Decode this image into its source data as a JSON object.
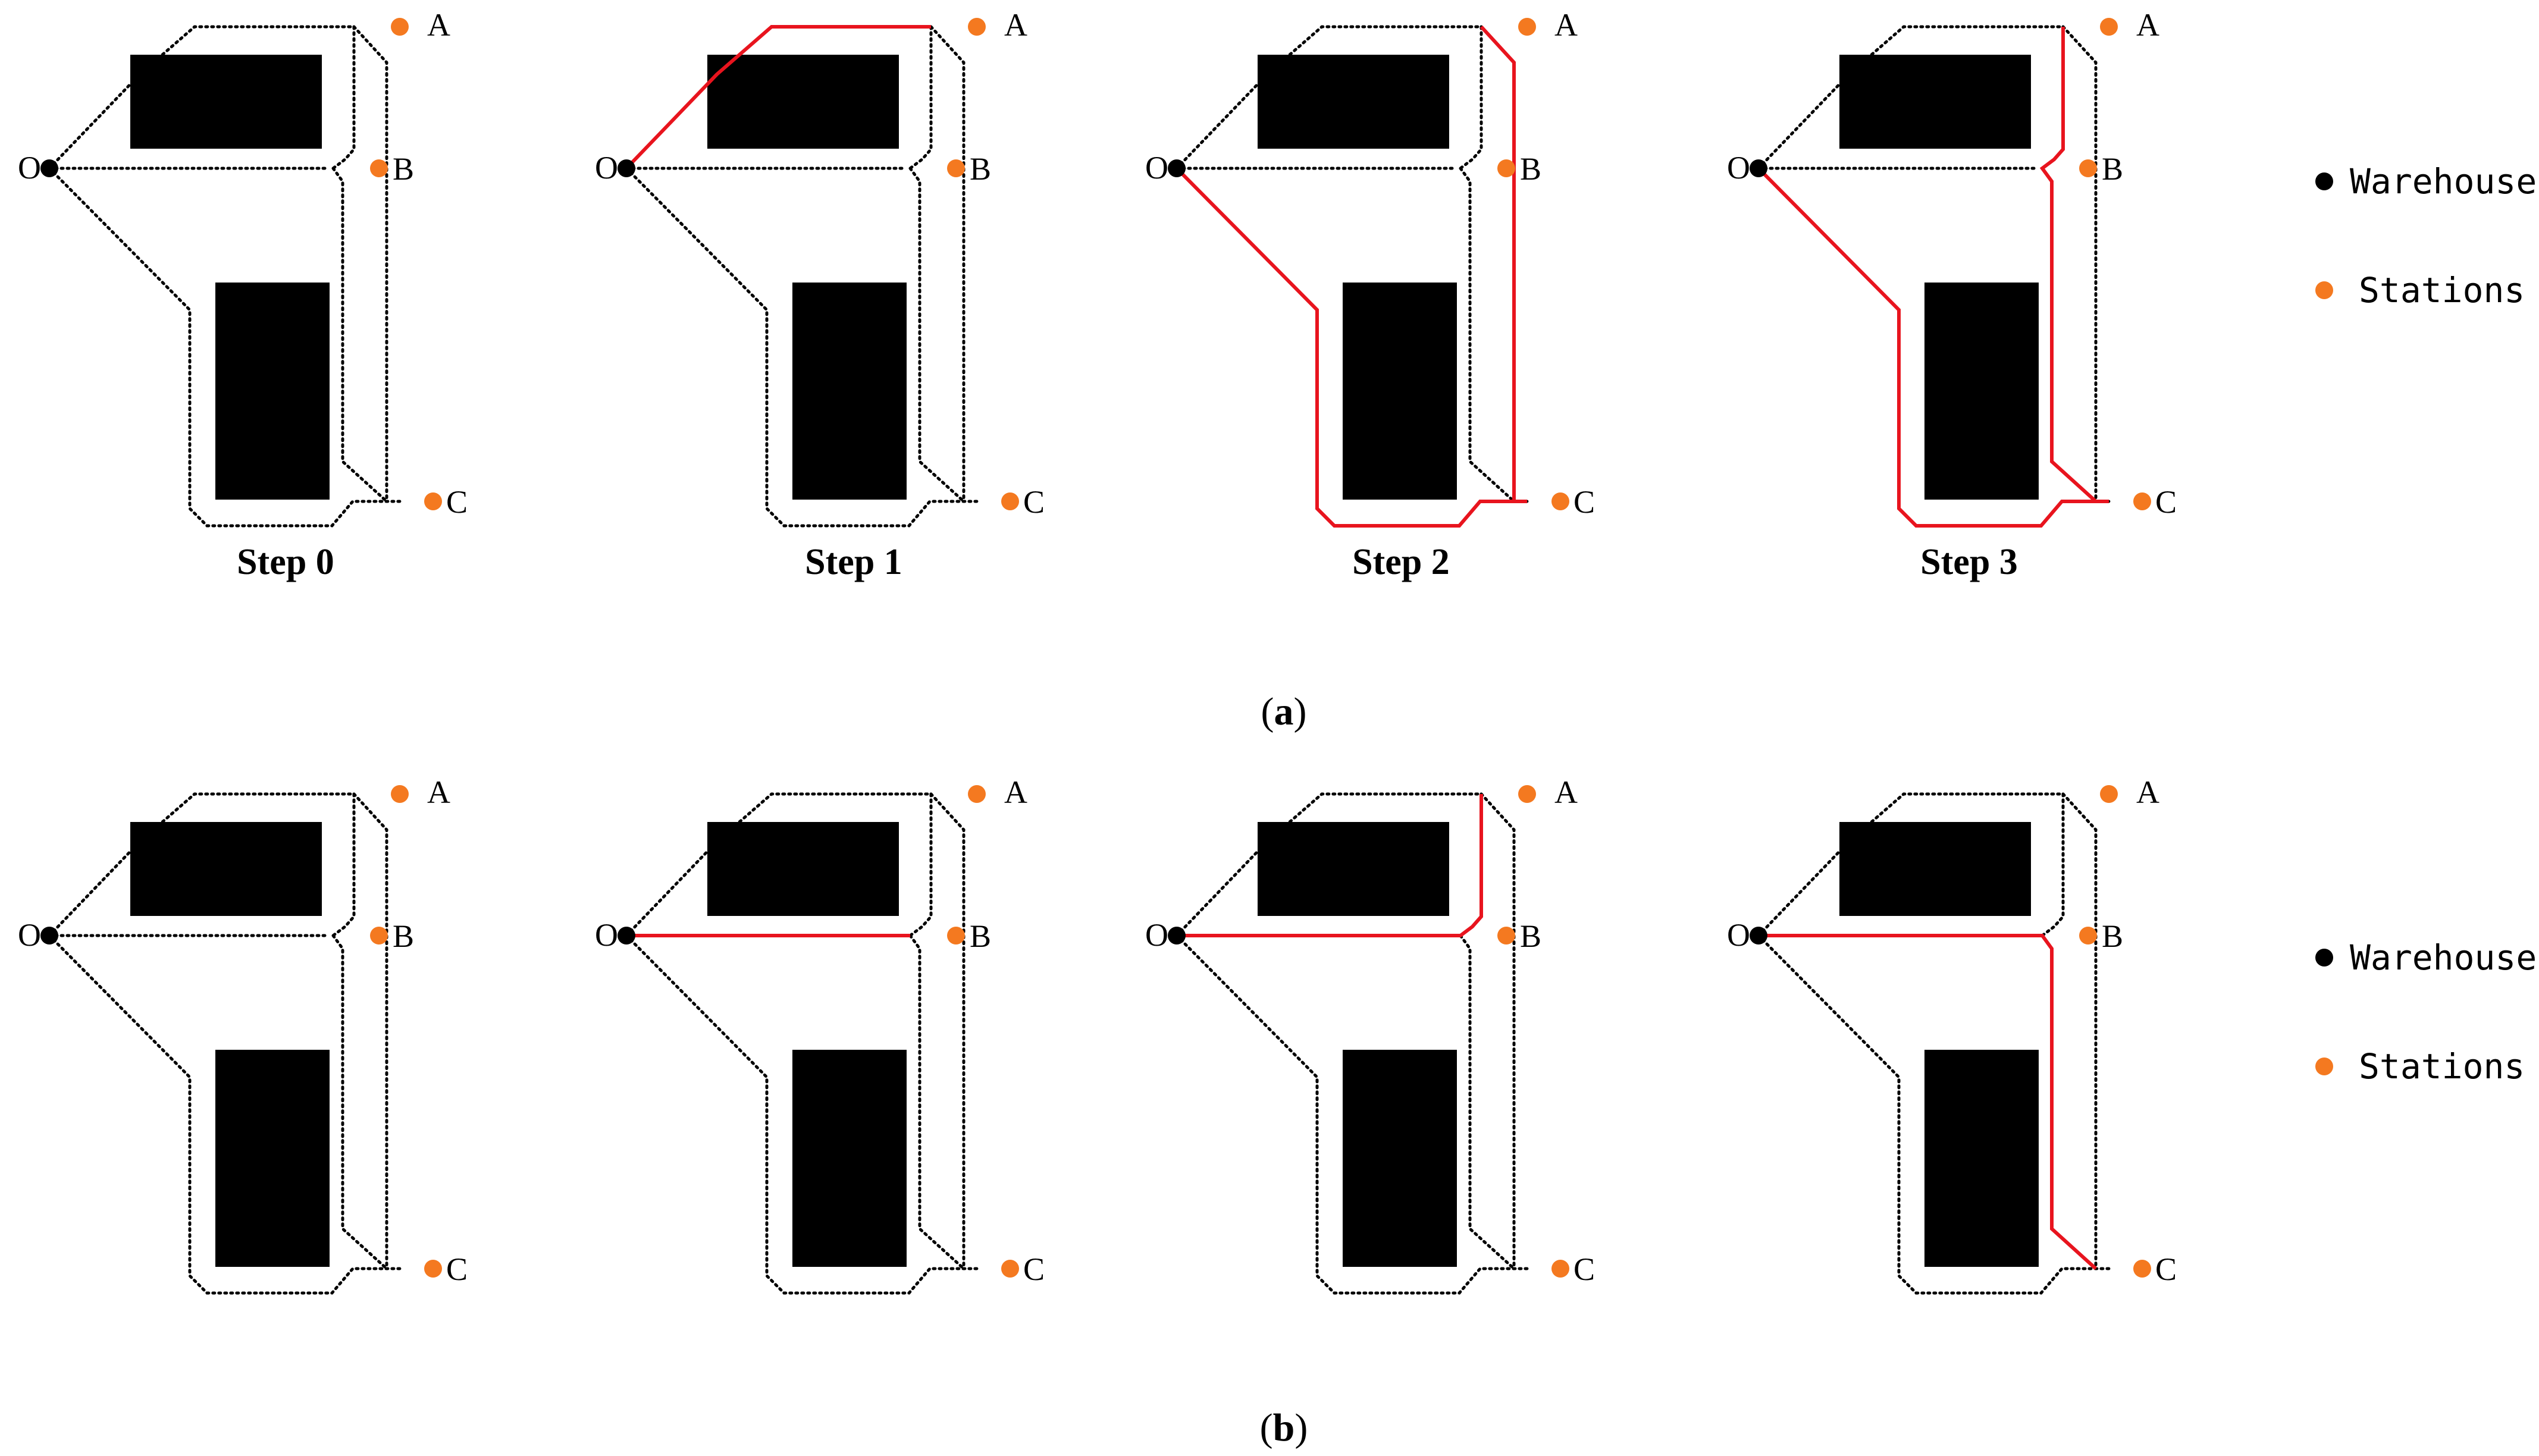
{
  "colors": {
    "route": "#e8141e",
    "warehouse": "#000000",
    "station": "#f47920",
    "building": "#000000",
    "path": "#000000"
  },
  "nodes": {
    "O": "O",
    "A": "A",
    "B": "B",
    "C": "C"
  },
  "rows": [
    {
      "caption_open": "(",
      "caption_letter": "a",
      "caption_close": ")",
      "panels": [
        {
          "step_label": "Step 0",
          "route": []
        },
        {
          "step_label": "Step 1",
          "route": [
            "O",
            "A"
          ]
        },
        {
          "step_label": "Step 2",
          "route": [
            "O",
            "C",
            "A"
          ]
        },
        {
          "step_label": "Step 3",
          "route": [
            "O",
            "C",
            "B",
            "A"
          ]
        }
      ]
    },
    {
      "caption_open": "(",
      "caption_letter": "b",
      "caption_close": ")",
      "panels": [
        {
          "step_label": "",
          "route": []
        },
        {
          "step_label": "",
          "route": [
            "O",
            "B"
          ]
        },
        {
          "step_label": "",
          "route": [
            "O",
            "B",
            "A"
          ]
        },
        {
          "step_label": "",
          "route": [
            "O",
            "B",
            "C"
          ]
        }
      ]
    }
  ],
  "legend": {
    "warehouse_label": "Warehouse",
    "stations_label": "Stations"
  }
}
